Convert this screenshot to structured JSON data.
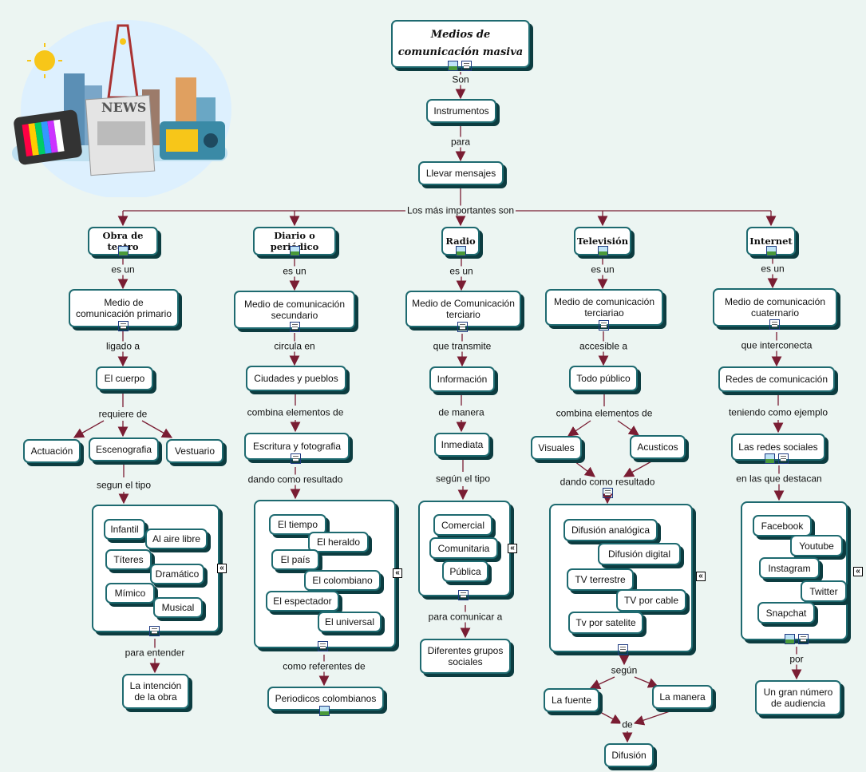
{
  "root": "Medios de comunicación masiva",
  "links": {
    "son": "Son",
    "para": "para",
    "los_mas": "Los más importantes son",
    "es_un": "es un",
    "ligado_a": "ligado a",
    "requiere_de": "requiere de",
    "segun_el_tipo_1": "segun el tipo",
    "para_entender": "para entender",
    "circula_en": "circula en",
    "combina_1": "combina elementos de",
    "dando_1": "dando como resultado",
    "como_referentes": "como referentes de",
    "que_transmite": "que transmite",
    "de_manera": "de manera",
    "segun_el_tipo_2": "según el tipo",
    "para_comunicar": "para comunicar a",
    "accesible_a": "accesible a",
    "combina_2": "combina elementos de",
    "dando_2": "dando como resultado",
    "segun": "según",
    "de": "de",
    "que_interconecta": "que interconecta",
    "teniendo": "teniendo como ejemplo",
    "en_las_que": "en las que destacan",
    "por": "por"
  },
  "nodes": {
    "instrumentos": "Instrumentos",
    "llevar": "Llevar mensajes",
    "obra": "Obra de teatro",
    "diario": "Diario o periódico",
    "radio": "Radio",
    "television": "Televisión",
    "internet": "Internet",
    "medio1": "Medio de comunicación primario",
    "medio2": "Medio de comunicación secundario",
    "medio3": "Medio de Comunicación terciario",
    "medio4": "Medio de comunicación terciariao",
    "medio5": "Medio de comunicación cuaternario",
    "cuerpo": "El cuerpo",
    "actuacion": "Actuación",
    "escenografia": "Escenografia",
    "vestuario": "Vestuario",
    "intencion": "La intención de la obra",
    "ciudades": "Ciudades y pueblos",
    "escritura": "Escritura y fotografia",
    "periodicos": "Periodicos colombianos",
    "informacion": "Información",
    "inmediata": "Inmediata",
    "diferentes": "Diferentes grupos sociales",
    "todo_publico": "Todo público",
    "visuales": "Visuales",
    "acusticos": "Acusticos",
    "la_fuente": "La fuente",
    "la_manera": "La manera",
    "difusion": "Difusión",
    "redes": "Redes de comunicación",
    "redes_sociales": "Las redes sociales",
    "gran_numero": "Un gran número de audiencia"
  },
  "groups": {
    "teatro": [
      "Infantil",
      "Al aire libre",
      "Títeres",
      "Dramático",
      "Mímico",
      "Musical"
    ],
    "diarios": [
      "El tiempo",
      "El heraldo",
      "El país",
      "El colombiano",
      "El espectador",
      "El universal"
    ],
    "radio": [
      "Comercial",
      "Comunitaria",
      "Pública"
    ],
    "tv": [
      "Difusión analógica",
      "Difusión digital",
      "TV terrestre",
      "TV por cable",
      "Tv por satelite"
    ],
    "redes": [
      "Facebook",
      "Youtube",
      "Instagram",
      "Twitter",
      "Snapchat"
    ]
  },
  "illustration": {
    "sign": "NEWS"
  },
  "colors": {
    "line": "#7a1d33",
    "border": "#1e6a70",
    "shadow": "#0c3c40",
    "background": "#ecf5f2"
  },
  "icons": {
    "document": "document-icon",
    "image": "image-icon",
    "expand": "expand-icon"
  }
}
